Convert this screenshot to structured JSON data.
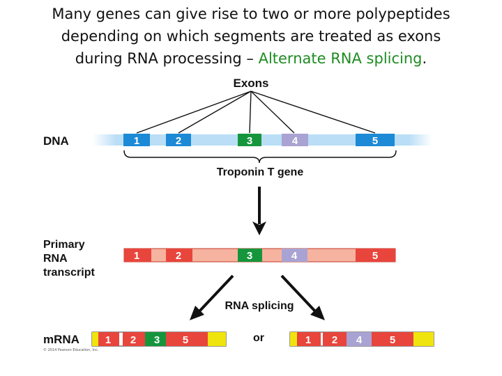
{
  "title": {
    "line1": "Many genes can give rise to two or more polypeptides",
    "line2": "depending on which segments are treated as exons",
    "line3_prefix": "during RNA processing – ",
    "line3_highlight": "Alternate RNA splicing",
    "line3_suffix": "."
  },
  "labels": {
    "exons": "Exons",
    "dna": "DNA",
    "gene": "Troponin T gene",
    "primary_line1": "Primary",
    "primary_line2": "RNA",
    "primary_line3": "transcript",
    "splicing": "RNA splicing",
    "mrna": "mRNA",
    "or": "or"
  },
  "dna_exons": [
    "1",
    "2",
    "3",
    "4",
    "5"
  ],
  "rna_exons": [
    "1",
    "2",
    "3",
    "4",
    "5"
  ],
  "mrna_a_exons": [
    "1",
    "2",
    "3",
    "5"
  ],
  "mrna_b_exons": [
    "1",
    "2",
    "4",
    "5"
  ],
  "copyright": "© 2014 Pearson Education, Inc.",
  "colors": {
    "exon_blue": "#1c8ad6",
    "exon_green": "#15963c",
    "exon_purple": "#a9a3d3",
    "dna_band": "#b9def6",
    "rna_exon": "#e8453c",
    "rna_band": "#f6b39f",
    "cap": "#f0e40e",
    "title_highlight": "#1e8c22"
  }
}
